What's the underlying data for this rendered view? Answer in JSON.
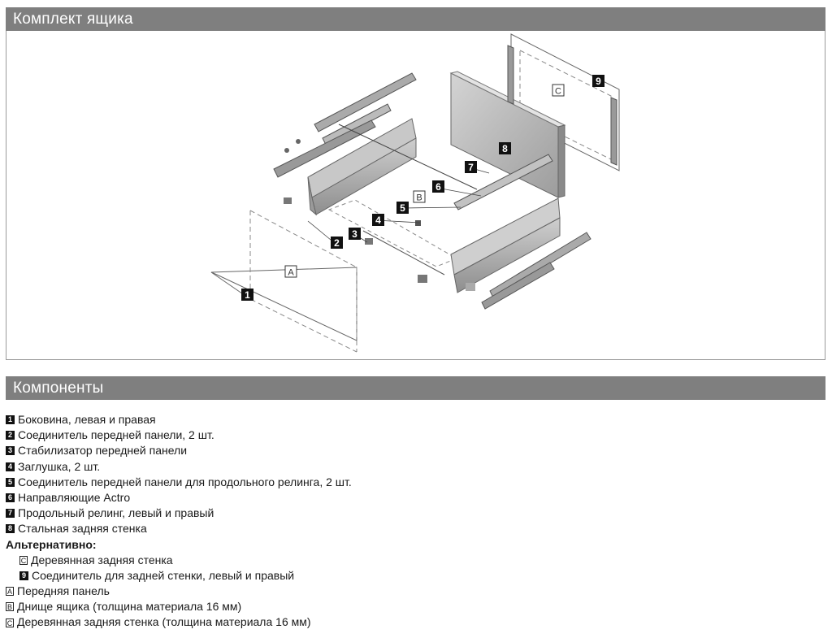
{
  "header": {
    "title": "Комплект ящика"
  },
  "components_header": {
    "title": "Компоненты"
  },
  "diagram": {
    "numbered_labels": [
      "1",
      "2",
      "3",
      "4",
      "5",
      "6",
      "7",
      "8",
      "9"
    ],
    "letter_labels": [
      "A",
      "B",
      "C"
    ]
  },
  "components": [
    {
      "marker": "1",
      "text": "Боковина, левая и правая"
    },
    {
      "marker": "2",
      "text": "Соединитель передней панели, 2 шт."
    },
    {
      "marker": "3",
      "text": "Стабилизатор передней панели"
    },
    {
      "marker": "4",
      "text": "Заглушка, 2 шт."
    },
    {
      "marker": "5",
      "text": "Соединитель передней панели для продольного релинга, 2 шт."
    },
    {
      "marker": "6",
      "text": "Направляющие Actro"
    },
    {
      "marker": "7",
      "text": "Продольный релинг, левый и правый"
    },
    {
      "marker": "8",
      "text": "Стальная задняя стенка"
    }
  ],
  "alternative": {
    "title": "Альтернативно:",
    "items": [
      {
        "marker": "C",
        "text": "Деревянная задняя стенка"
      },
      {
        "marker": "9",
        "text": "Соединитель для задней стенки, левый и правый"
      }
    ]
  },
  "letters": [
    {
      "marker": "A",
      "text": "Передняя панель"
    },
    {
      "marker": "B",
      "text": "Днище ящика (толщина материала 16 мм)"
    },
    {
      "marker": "C",
      "text": "Деревянная задняя стенка (толщина материала 16 мм)"
    }
  ]
}
